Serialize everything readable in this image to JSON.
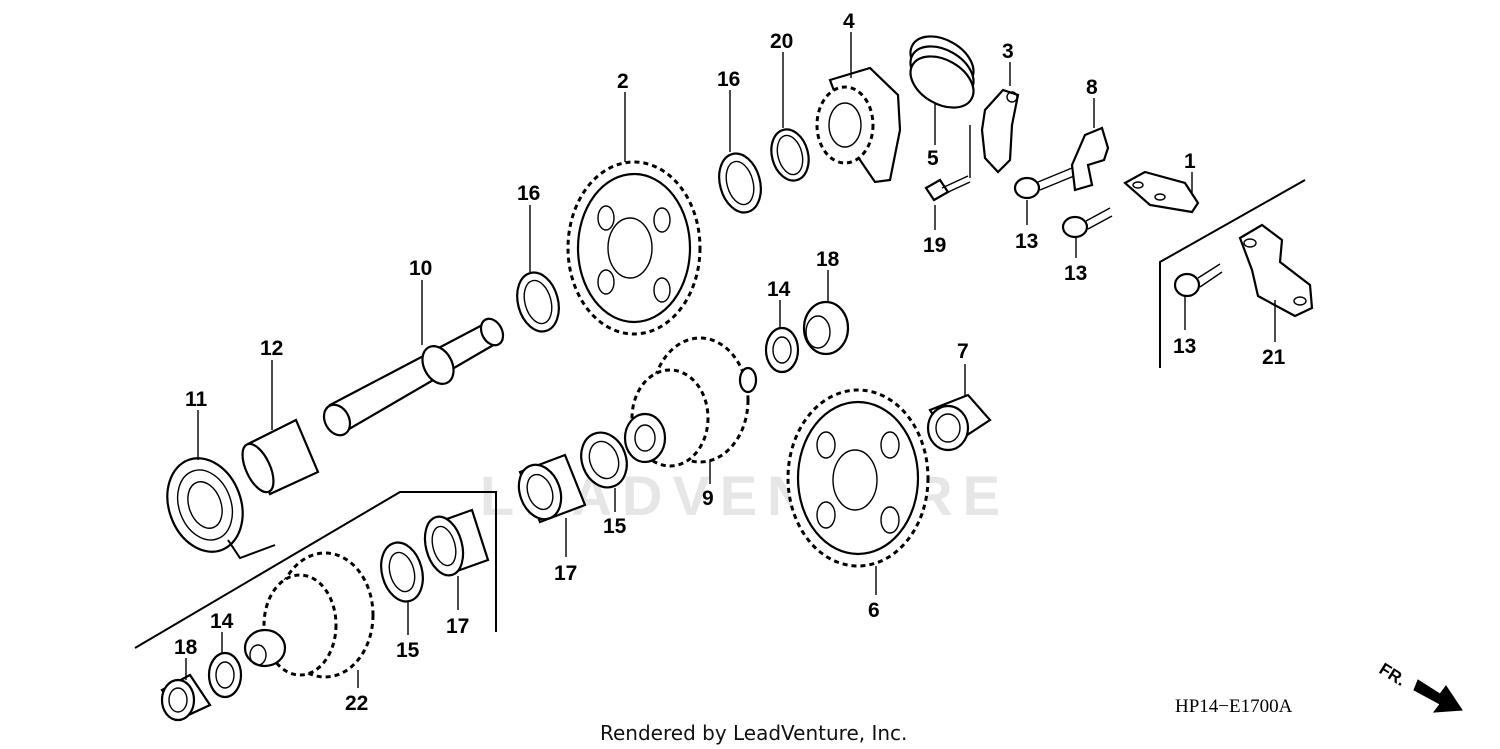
{
  "callouts": [
    "1",
    "2",
    "3",
    "4",
    "5",
    "6",
    "7",
    "8",
    "9",
    "10",
    "11",
    "12",
    "13",
    "13",
    "13",
    "14",
    "14",
    "15",
    "15",
    "16",
    "16",
    "17",
    "17",
    "18",
    "18",
    "19",
    "20",
    "21",
    "22"
  ],
  "diagram_code": "HP14−E1700A",
  "credit": "Rendered by LeadVenture, Inc.",
  "direction_label": "FR.",
  "watermark": "LEADVENTURE"
}
